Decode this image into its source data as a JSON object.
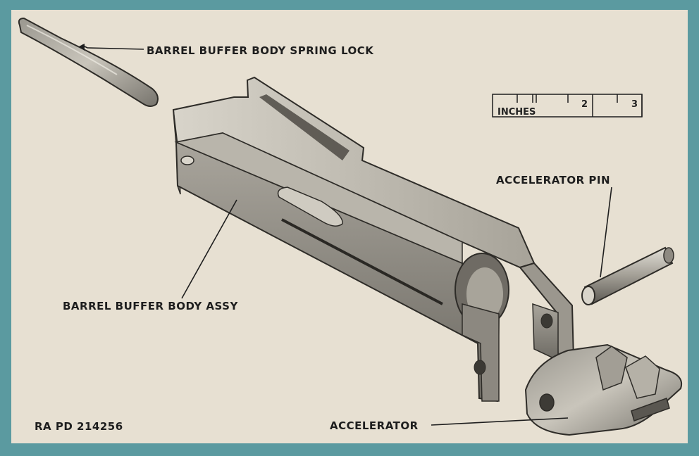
{
  "labels": {
    "spring_lock": "BARREL BUFFER BODY SPRING LOCK",
    "accelerator_pin": "ACCELERATOR PIN",
    "body_assy": "BARREL BUFFER BODY ASSY",
    "accelerator": "ACCELERATOR",
    "reference": "RA  PD  214256"
  },
  "scale": {
    "unit": "INCHES",
    "ticks": [
      "2",
      "3"
    ]
  },
  "colors": {
    "frame": "#5b9aa0",
    "paper": "#e7e0d2",
    "ink": "#1e1e1e"
  }
}
